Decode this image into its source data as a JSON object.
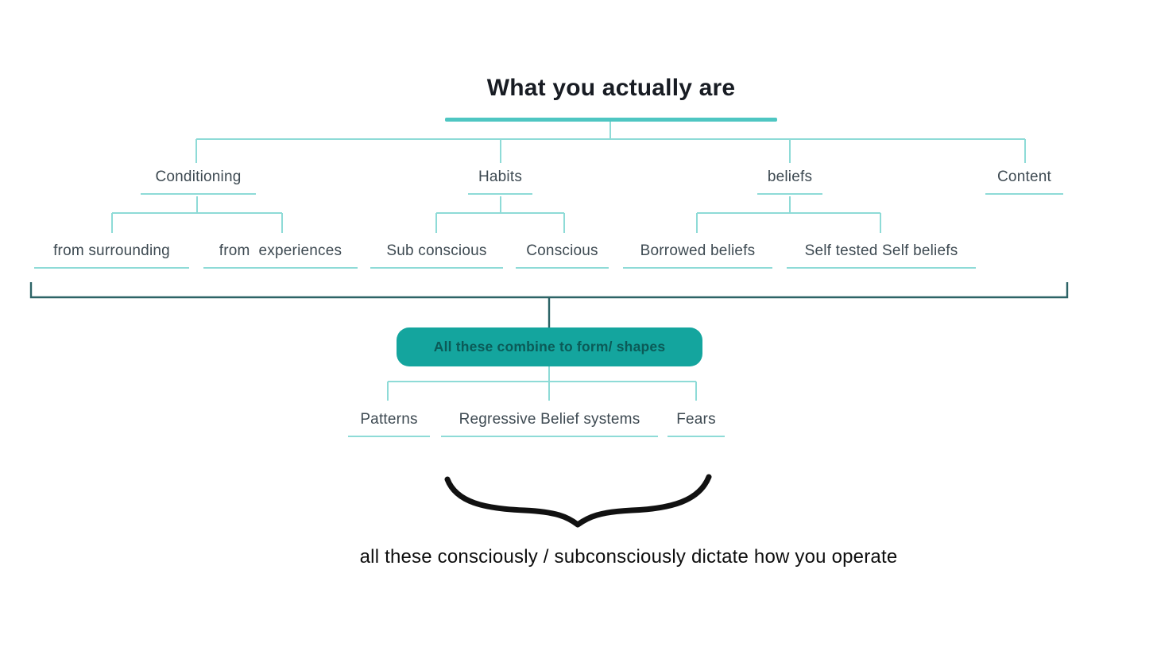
{
  "title": "What you actually are",
  "level2": [
    "Conditioning",
    "Habits",
    "beliefs",
    "Content"
  ],
  "level3": [
    "from surrounding",
    "from  experiences",
    "Sub conscious",
    "Conscious",
    "Borrowed beliefs",
    "Self tested Self beliefs"
  ],
  "combine_box_label": "All these combine to form/ shapes",
  "level4": [
    "Patterns",
    "Regressive Belief systems",
    "Fears"
  ],
  "caption": "all these consciously / subconsciously dictate how you operate",
  "colors": {
    "line_light": "#8edbd7",
    "line_thick": "#4ec6c2",
    "line_dark": "#2c6366",
    "box_bg": "#14a59e",
    "box_text": "#0b5a57",
    "label_text": "#3e4a52",
    "title_text": "#181c23",
    "caption_text": "#0e0e0e",
    "brace": "#111111"
  }
}
